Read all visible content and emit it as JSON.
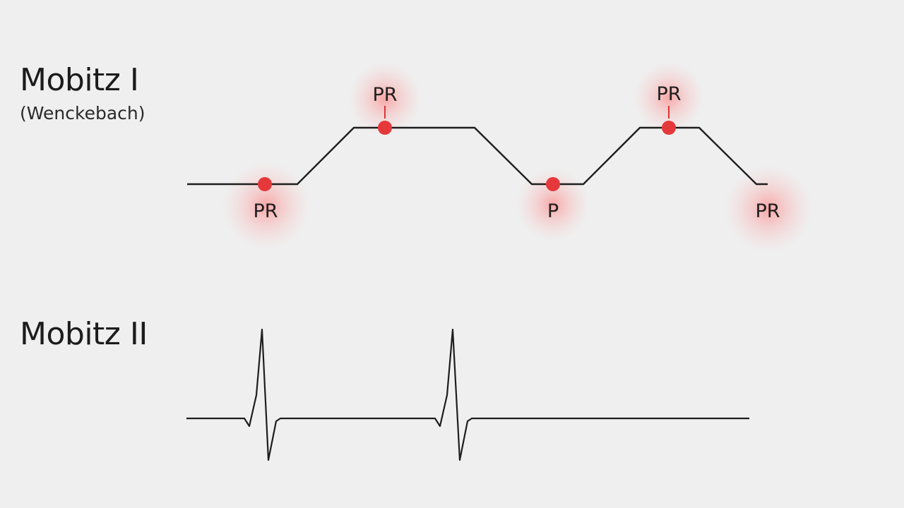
{
  "mobitz1": {
    "title": "Mobitz I",
    "subtitle": "(Wenckebach)",
    "markers": [
      {
        "label": "PR"
      },
      {
        "label": "PR"
      },
      {
        "label": "P"
      },
      {
        "label": "PR"
      },
      {
        "label": "PR"
      }
    ]
  },
  "mobitz2": {
    "title": "Mobitz II"
  },
  "colors": {
    "background": "#efefef",
    "trace": "#1e1e1e",
    "marker": "#e5383b",
    "glow": "#ff7b7b"
  }
}
